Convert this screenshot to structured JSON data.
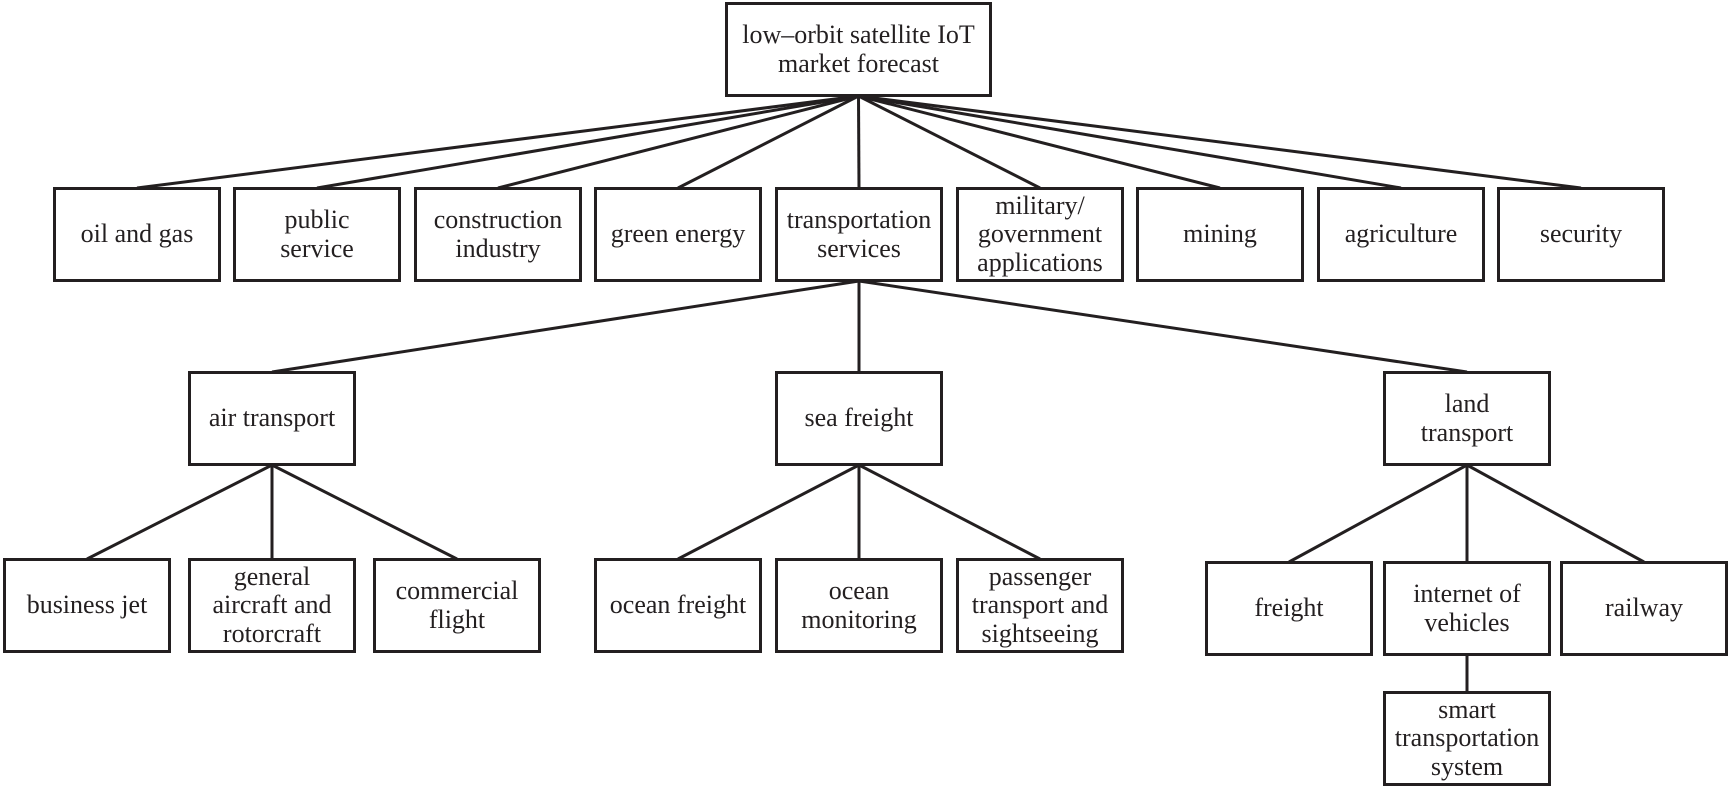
{
  "root": {
    "label": "low–orbit satellite IoT market forecast"
  },
  "level1": {
    "oil_gas": "oil and gas",
    "public_service": "public service",
    "construction": "construction industry",
    "green_energy": "green energy",
    "transportation": "transportation services",
    "military": "military/ government applications",
    "mining": "mining",
    "agriculture": "agriculture",
    "security": "security"
  },
  "transport": {
    "air": "air transport",
    "sea": "sea freight",
    "land": "land transport"
  },
  "air": {
    "business_jet": "business jet",
    "general_aircraft": "general aircraft and rotorcraft",
    "commercial_flight": "commercial flight"
  },
  "sea": {
    "ocean_freight": "ocean freight",
    "ocean_monitoring": "ocean monitoring",
    "passenger": "passenger transport and sightseeing"
  },
  "land": {
    "freight": "freight",
    "iov": "internet of vehicles",
    "railway": "railway",
    "smart": "smart transportation system"
  },
  "colors": {
    "stroke": "#231f20",
    "background": "#ffffff"
  }
}
